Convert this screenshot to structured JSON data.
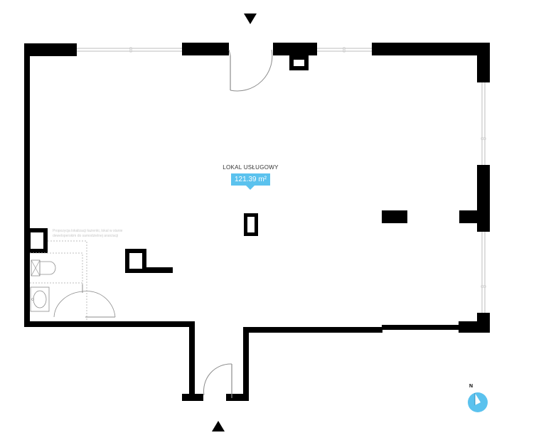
{
  "room": {
    "name": "LOKAL USŁUGOWY",
    "area": "121.39 m²"
  },
  "note": {
    "line1": "Propozycja lokalizacji łazienki, lokal w stanie",
    "line2": "deweloperskim do samodzielnej aranżacji"
  },
  "compass": {
    "label": "N"
  },
  "colors": {
    "wall": "#000000",
    "accent": "#5bc2ee",
    "window": "#bdbdbd",
    "fixture": "#8c8c8c"
  }
}
